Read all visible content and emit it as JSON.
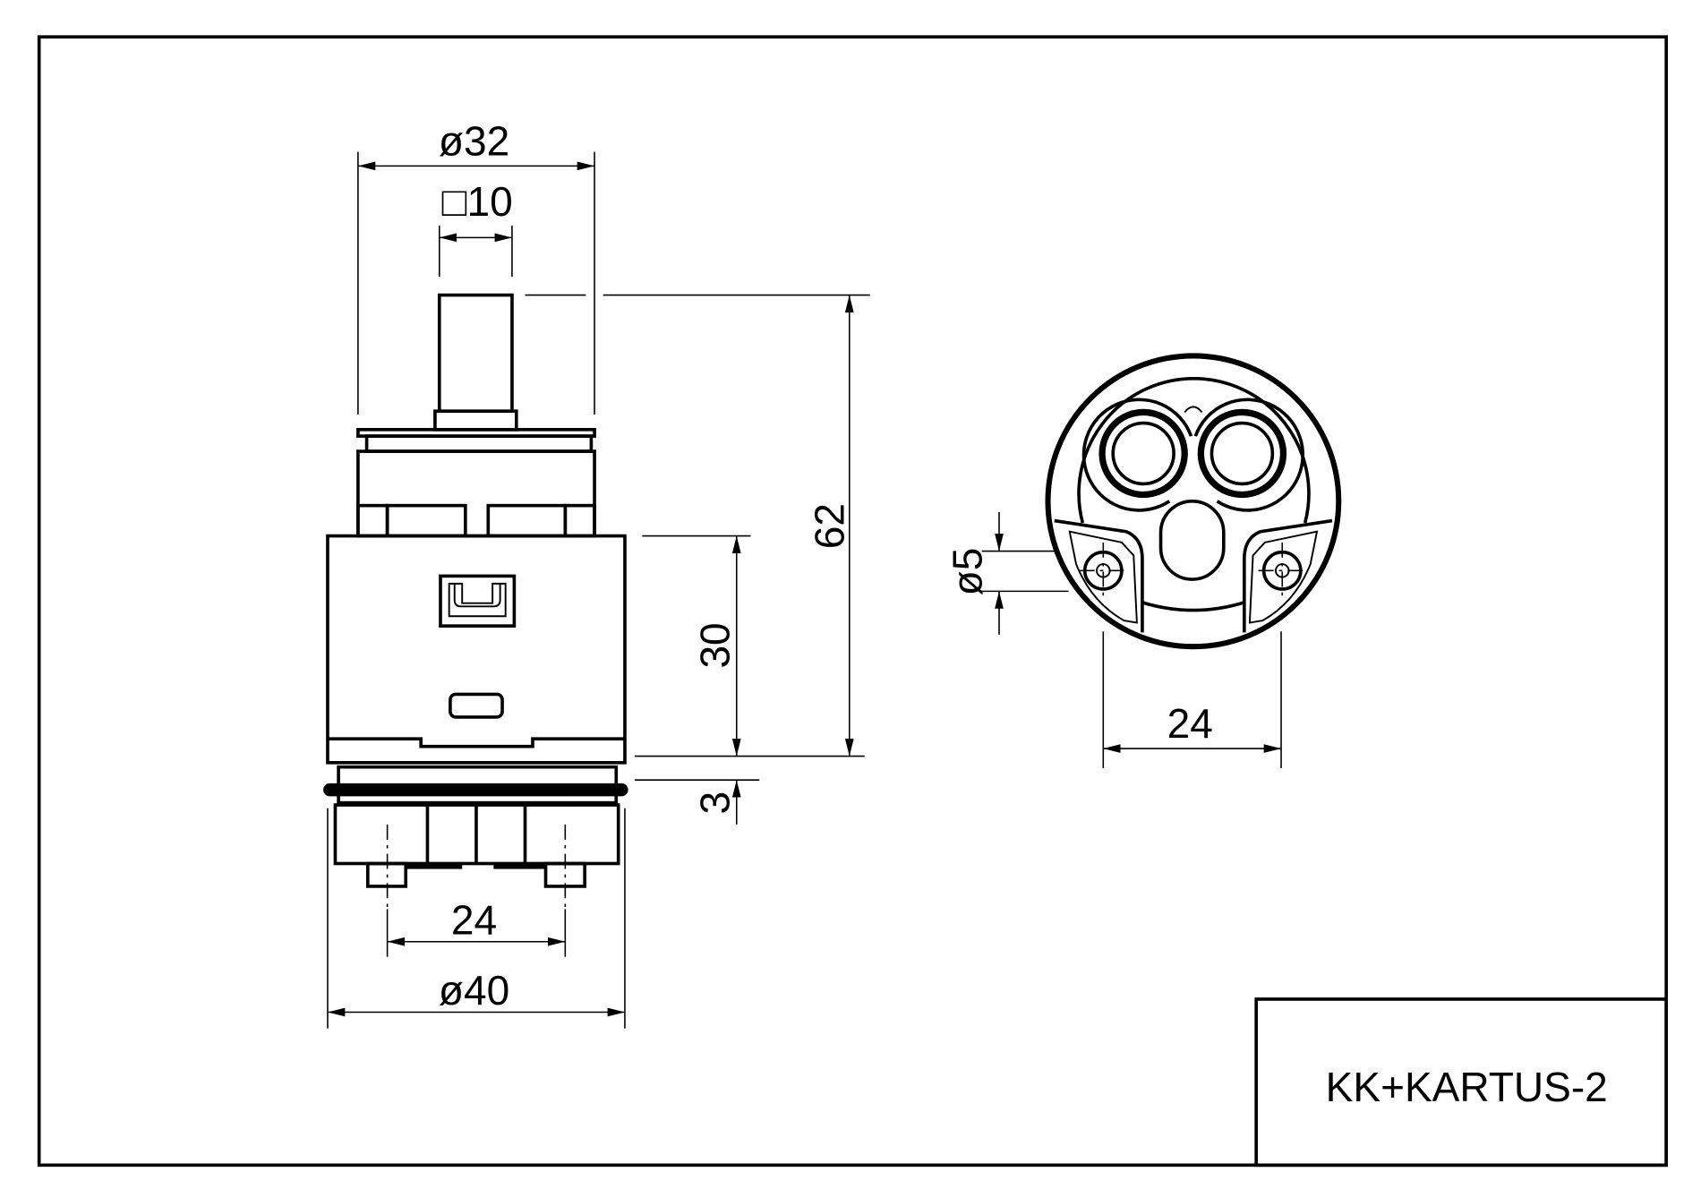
{
  "title_block": {
    "drawing_name": "KK+KARTUS-2"
  },
  "side_view": {
    "dimensions": {
      "stem_top_diameter": "ø32",
      "stem_square": "□10",
      "total_height": "62",
      "body_height": "30",
      "ring_height": "3",
      "pin_spacing": "24",
      "body_diameter": "ø40"
    }
  },
  "bottom_view": {
    "dimensions": {
      "bolt_hole_diameter": "ø5",
      "bolt_spacing": "24"
    }
  },
  "colors": {
    "line": "#000000",
    "background": "#ffffff"
  }
}
